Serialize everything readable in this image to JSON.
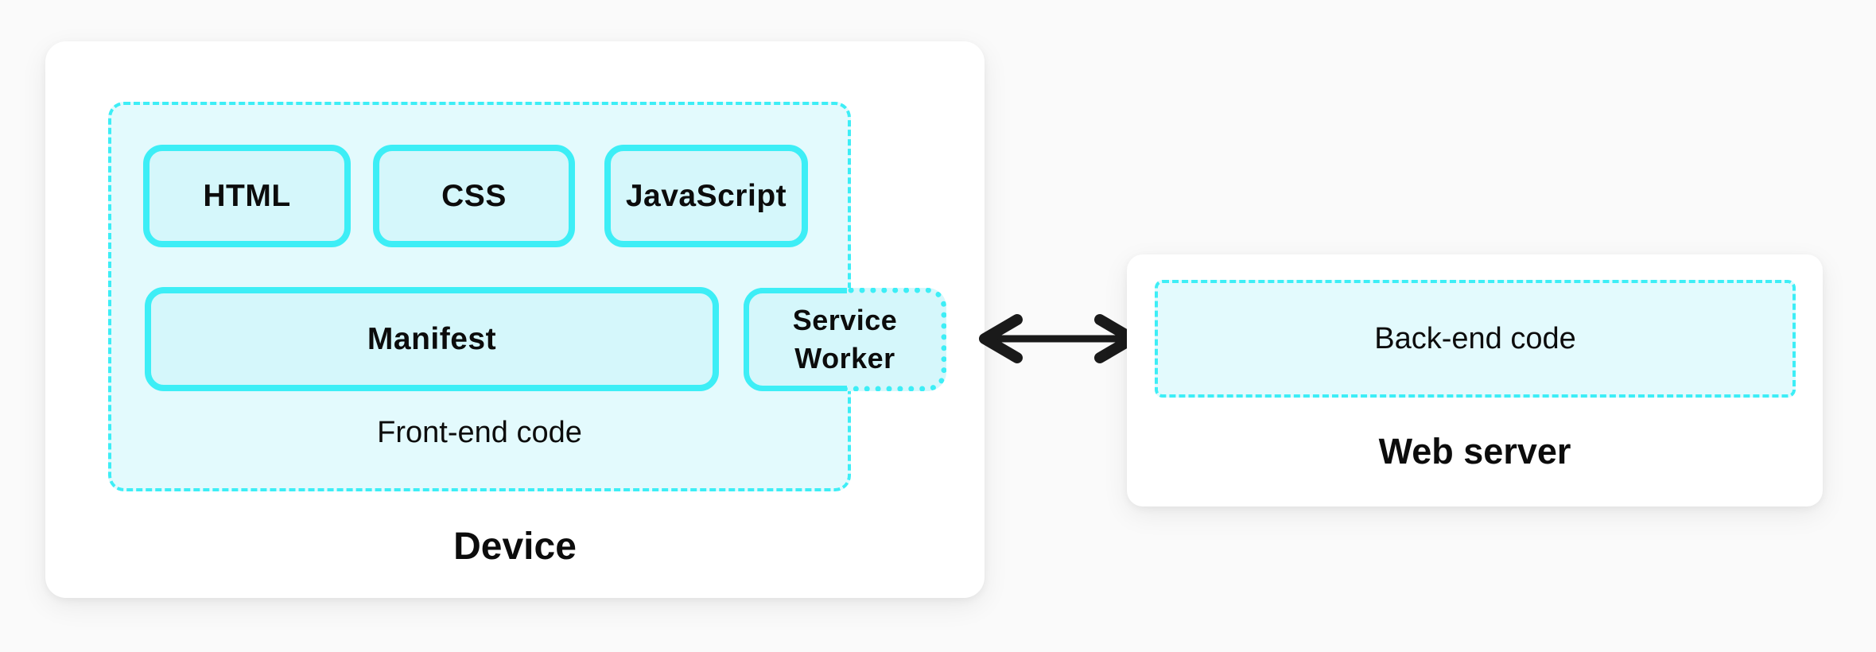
{
  "palette": {
    "page_bg": "#fafafa",
    "panel_bg": "#ffffff",
    "accent": "#3deef6",
    "container_fill": "#e3fafd",
    "block_fill": "#d5f7fb",
    "text": "#0c0c0c",
    "arrow": "#1a1a1a"
  },
  "device": {
    "title": "Device",
    "frontend": {
      "title": "Front-end code",
      "blocks": [
        "HTML",
        "CSS",
        "JavaScript",
        "Manifest",
        "Service Worker"
      ]
    }
  },
  "server": {
    "title": "Web server",
    "backend": {
      "label": "Back-end code"
    }
  },
  "arrow": {
    "meaning": "two-way sync between device and web server"
  }
}
